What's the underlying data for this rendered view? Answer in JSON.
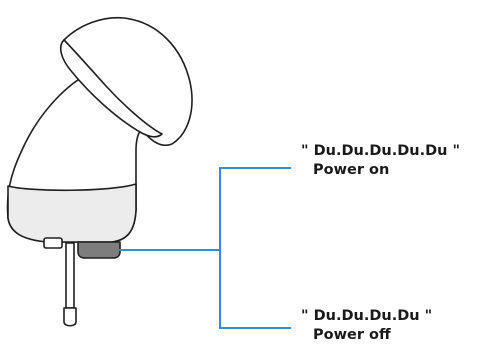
{
  "callouts": [
    {
      "sound": "\" Du.Du.Du.Du.Du \"",
      "action": "Power on"
    },
    {
      "sound": "\" Du.Du.Du.Du \"",
      "action": "Power off"
    }
  ],
  "colors": {
    "outline": "#1f1f1f",
    "body_fill": "#ffffff",
    "base_fill": "#ececec",
    "button_fill": "#7d7d7d",
    "connector": "#2f8fd0",
    "text": "#1a1a1a"
  },
  "icons": {
    "device": "device-illustration",
    "power-button": "power-button-icon"
  }
}
